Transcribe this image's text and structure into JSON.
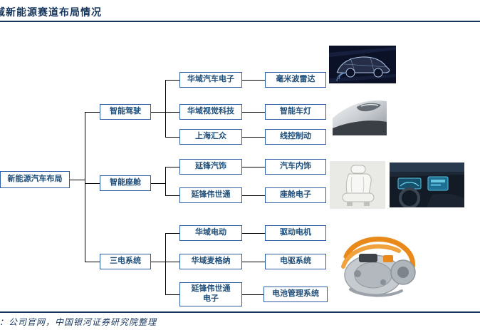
{
  "page": {
    "title": "域新能源赛道布局情况",
    "source_note": "源：公司官网，中国银河证券研究院整理"
  },
  "colors": {
    "navy": "#17365D",
    "box_border": "#2E5CA6",
    "box_text": "#1F4E79",
    "connector": "#000000",
    "cable_orange": "#E8891A"
  },
  "tree": {
    "root": "新能源汽车布局",
    "branches": [
      {
        "label": "智能驾驶",
        "children": [
          {
            "company": "华域汽车电子",
            "product": "毫米波雷达"
          },
          {
            "company": "华域视觉科技",
            "product": "智能车灯"
          },
          {
            "company": "上海汇众",
            "product": "线控制动"
          }
        ]
      },
      {
        "label": "智能座舱",
        "children": [
          {
            "company": "延锋汽饰",
            "product": "汽车内饰"
          },
          {
            "company": "延锋伟世通",
            "product": "座舱电子"
          }
        ]
      },
      {
        "label": "三电系统",
        "children": [
          {
            "company": "华域电动",
            "product": "驱动电机"
          },
          {
            "company": "华域麦格纳",
            "product": "电驱系统"
          },
          {
            "company": "延锋伟世通\n电子",
            "product": "电池管理系统"
          }
        ]
      }
    ]
  },
  "images": {
    "radar_car": "transparent-car-radar-photo",
    "headlight": "car-headlight-photo",
    "seat": "car-seat-photo",
    "cockpit": "car-cockpit-display-photo",
    "powertrain": "electric-drive-system-photo"
  }
}
